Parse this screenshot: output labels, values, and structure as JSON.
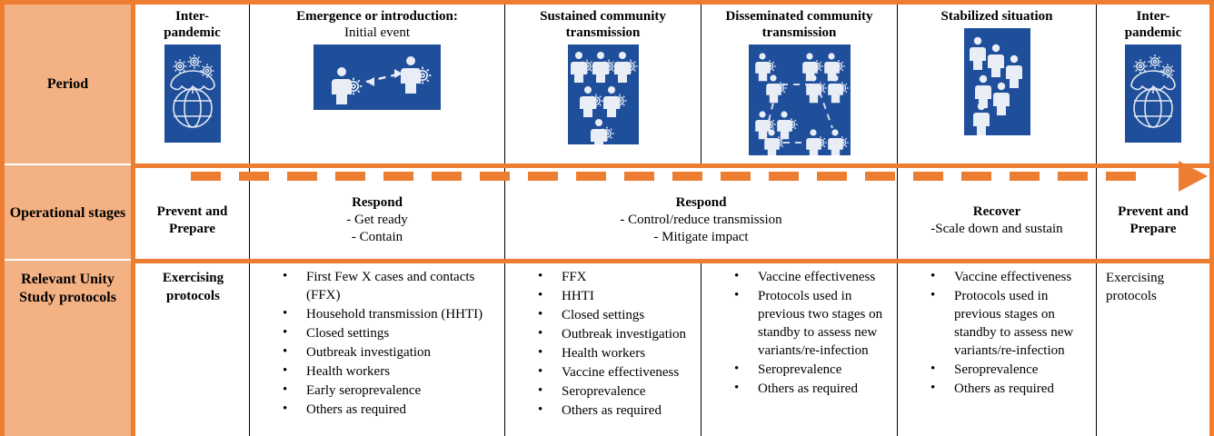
{
  "palette": {
    "header_fill": "#F4B183",
    "border_orange": "#ED7D31",
    "icon_blue": "#1F4E9B",
    "divider_black": "#000000"
  },
  "rows": {
    "period": {
      "header": "Period",
      "cells": [
        {
          "title": "Inter-\npandemic",
          "subtitle": "",
          "icon": "umbrella-globe-virus-icon"
        },
        {
          "title": "Emergence or introduction:",
          "subtitle": "Initial event",
          "icon": "two-people-transmission-icon"
        },
        {
          "title": "Sustained community transmission",
          "subtitle": "",
          "icon": "six-infected-people-icon"
        },
        {
          "title": "Disseminated community transmission",
          "subtitle": "",
          "icon": "network-infected-people-icon"
        },
        {
          "title": "Stabilized situation",
          "subtitle": "",
          "icon": "six-healthy-people-icon"
        },
        {
          "title": "Inter-\npandemic",
          "subtitle": "",
          "icon": "umbrella-globe-virus-icon"
        }
      ]
    },
    "operational": {
      "header": "Operational stages",
      "cells": [
        {
          "head": "Prevent and Prepare",
          "lines": []
        },
        {
          "head": "Respond",
          "lines": [
            "- Get ready",
            "- Contain"
          ]
        },
        {
          "head": "",
          "lines": []
        },
        {
          "head": "Respond",
          "lines": [
            "-     Control/reduce transmission",
            "-     Mitigate impact"
          ]
        },
        {
          "head": "Recover",
          "lines": [
            "-Scale down and sustain"
          ]
        },
        {
          "head": "Prevent and Prepare",
          "lines": []
        }
      ]
    },
    "protocols": {
      "header": "Relevant Unity Study protocols",
      "cells": [
        {
          "plain": "Exercising protocols",
          "bold": true,
          "items": []
        },
        {
          "plain": "",
          "items": [
            "First Few X cases and contacts (FFX)",
            "Household transmission (HHTI)",
            "Closed settings",
            "Outbreak investigation",
            "Health workers",
            "Early seroprevalence",
            "Others as required"
          ]
        },
        {
          "plain": "",
          "items": [
            "FFX",
            "HHTI",
            "Closed settings",
            "Outbreak investigation",
            "Health workers",
            "Vaccine effectiveness",
            "Seroprevalence",
            "Others as required"
          ]
        },
        {
          "plain": "",
          "items": [
            "Vaccine effectiveness",
            "Protocols used in previous two stages on standby to assess new variants/re-infection",
            "Seroprevalence",
            "Others as required"
          ]
        },
        {
          "plain": "",
          "items": [
            "Vaccine effectiveness",
            "Protocols used in previous stages on standby to assess new variants/re-infection",
            "Seroprevalence",
            "Others as required"
          ]
        },
        {
          "plain": "Exercising protocols",
          "bold": false,
          "items": []
        }
      ]
    }
  },
  "timeline": {
    "name": "dashed-progress-arrow",
    "segments": 18,
    "direction": "left-to-right"
  }
}
